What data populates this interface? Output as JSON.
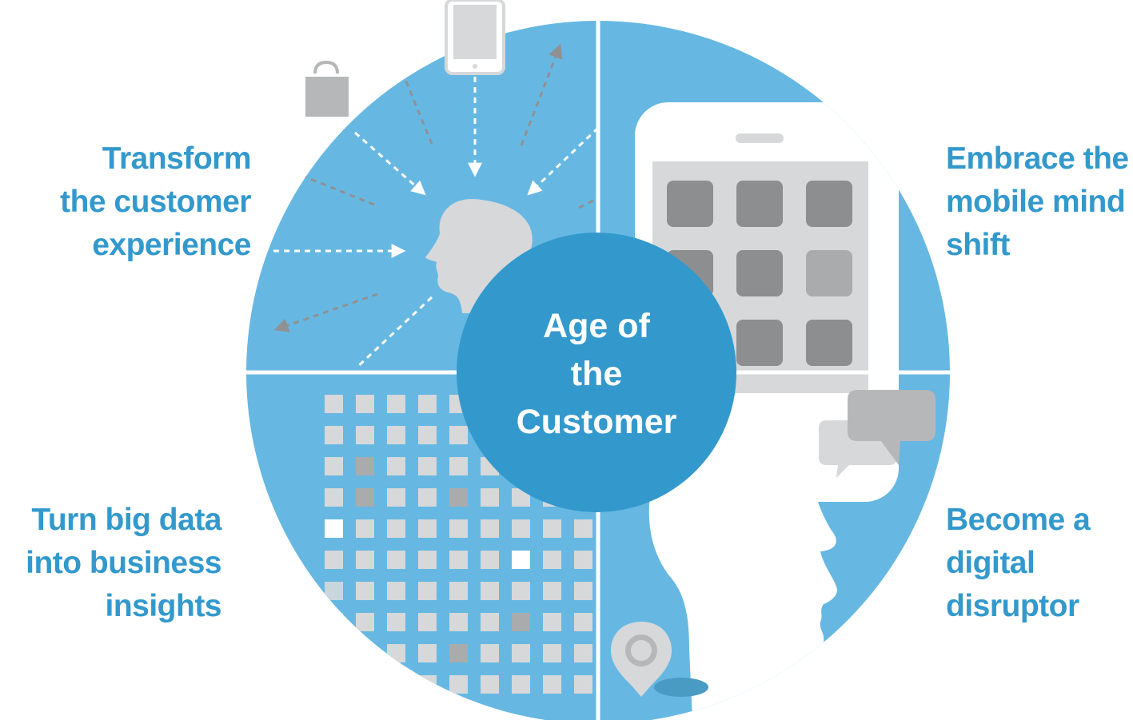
{
  "center": {
    "lines": [
      "Age of",
      "the",
      "Customer"
    ]
  },
  "quadrants": {
    "top_left": {
      "lines": [
        "Transform",
        "the customer",
        "experience"
      ]
    },
    "top_right": {
      "lines": [
        "Embrace the",
        "mobile mind",
        "shift"
      ]
    },
    "bottom_left": {
      "lines": [
        "Turn big data",
        "into business",
        "insights"
      ]
    },
    "bottom_right": {
      "lines": [
        "Become a",
        "digital",
        "disruptor"
      ]
    }
  },
  "icons": [
    "shopping-bag-icon",
    "tablet-icon",
    "person-head-icon",
    "smartphone-icon",
    "app-grid-icon",
    "data-grid-icon",
    "chat-bubbles-icon",
    "map-pin-icon"
  ],
  "colors": {
    "circle": "#66b8e2",
    "center_circle": "#3399cc",
    "label_text": "#3399cc",
    "divider": "#ffffff",
    "icon_light": "#d6d8da",
    "icon_mid": "#b5b7b9",
    "icon_dark": "#8f9193",
    "app_tile_dark": "#8c8e90",
    "app_tile_light": "#a9abad"
  }
}
